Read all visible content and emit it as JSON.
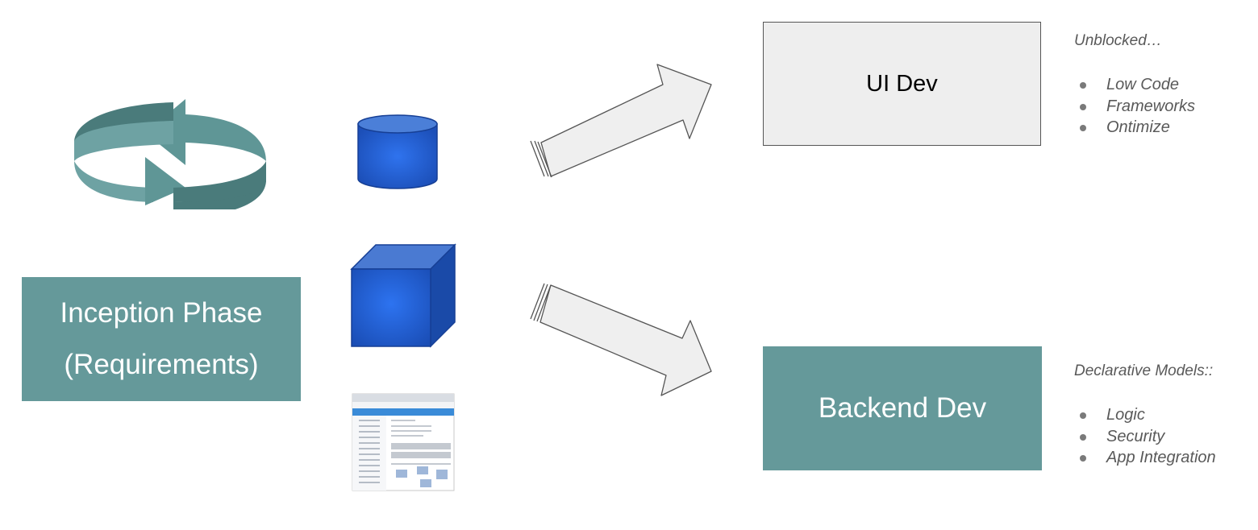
{
  "inception": {
    "line1": "Inception Phase",
    "line2": "(Requirements)"
  },
  "ui_dev": {
    "label": "UI Dev",
    "notes_heading": "Unblocked…",
    "notes": [
      "Low Code",
      "Frameworks",
      "Ontimize"
    ]
  },
  "backend_dev": {
    "label": "Backend Dev",
    "notes_heading": "Declarative Models::",
    "notes": [
      "Logic",
      "Security",
      "App Integration"
    ]
  },
  "colors": {
    "teal": "#65999a",
    "teal_dark": "#4a7b7b",
    "box_gray": "#eeeeee",
    "arrow_fill": "#efefef",
    "icon_blue": "#2e6ee8",
    "note_text": "#595959"
  },
  "icons": {
    "cycle": "refresh-cycle-icon",
    "database": "database-cylinder-icon",
    "model": "cube-icon",
    "app": "app-screenshot-thumbnail"
  }
}
